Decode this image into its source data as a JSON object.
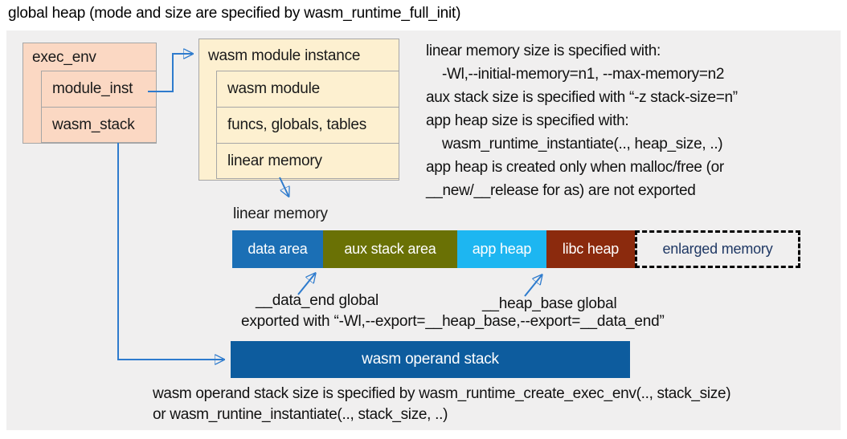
{
  "title": "global heap (mode and size are specified by wasm_runtime_full_init)",
  "exec_env_box": {
    "title": "exec_env",
    "rows": [
      "module_inst",
      "wasm_stack"
    ]
  },
  "module_instance_box": {
    "title": "wasm module instance",
    "rows": [
      "wasm module",
      "funcs, globals, tables",
      "linear memory"
    ]
  },
  "right_notes": {
    "lines": [
      "linear memory size is specified with:",
      "-Wl,--initial-memory=n1, --max-memory=n2",
      "aux stack size is specified with “-z stack-size=n”",
      "app heap size is specified with:",
      "wasm_runtime_instantiate(.., heap_size, ..)",
      "app heap is created only when malloc/free (or",
      "__new/__release for as) are not exported"
    ]
  },
  "linear_memory": {
    "label": "linear memory",
    "segments": [
      {
        "label": "data area",
        "color": "#1b6fb5"
      },
      {
        "label": "aux stack area",
        "color": "#6a7105"
      },
      {
        "label": "app heap",
        "color": "#1db6f1"
      },
      {
        "label": "libc heap",
        "color": "#8b2a0d"
      },
      {
        "label": "enlarged memory",
        "color": "transparent"
      }
    ],
    "data_end_label": "__data_end global",
    "heap_base_label": "__heap_base global",
    "export_note": "exported with “-Wl,--export=__heap_base,--export=__data_end”"
  },
  "operand_stack": {
    "label": "wasm operand stack",
    "notes": [
      "wasm operand stack size is specified by wasm_runtime_create_exec_env(.., stack_size)",
      "or wasm_runtine_instantiate(.., stack_size, ..)"
    ]
  },
  "colors": {
    "panel_bg": "#f0efef",
    "struct_box_fill": "#fbd8c3",
    "instance_box_fill": "#fdf0d0",
    "box_border": "#a6a6a6",
    "data_area": "#1b6fb5",
    "aux_stack_area": "#6a7105",
    "app_heap": "#1db6f1",
    "libc_heap": "#8b2a0d",
    "operand_stack_fill": "#0d5c9e",
    "enlarged_memory_text": "#1f3864",
    "connector_blue": "#2e7bcd"
  }
}
